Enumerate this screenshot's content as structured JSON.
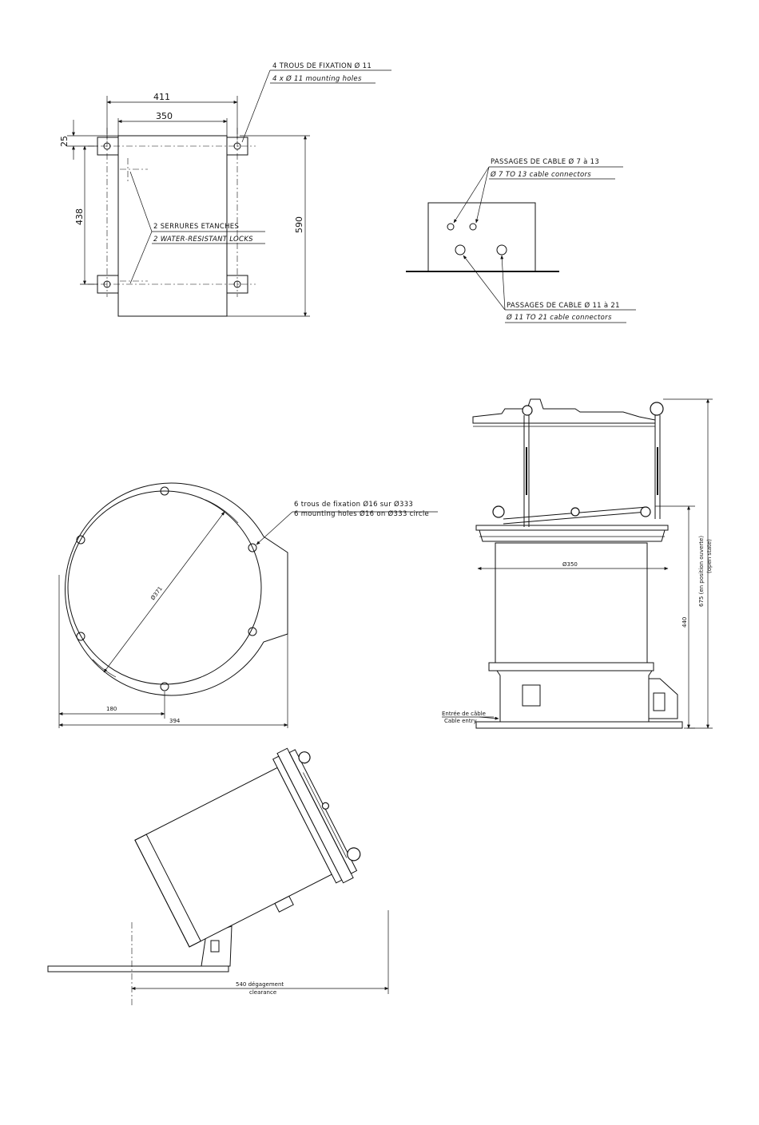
{
  "top_view": {
    "mount_label_fr": "4 TROUS DE FIXATION Ø 11",
    "mount_label_en": "4 x Ø 11 mounting holes",
    "dim_411": "411",
    "dim_350": "350",
    "dim_25": "25",
    "dim_438": "438",
    "dim_590": "590",
    "locks_label_fr": "2 SERRURES ETANCHES",
    "locks_label_en": "2 WATER-RESISTANT LOCKS"
  },
  "side_panel": {
    "small_label_fr": "PASSAGES DE CABLE Ø 7 à 13",
    "small_label_en": "Ø 7 TO 13 cable connectors",
    "large_label_fr": "PASSAGES DE CABLE Ø 11 à 21",
    "large_label_en": "Ø 11 TO 21 cable connectors"
  },
  "plan_view": {
    "holes_label_fr": "6 trous de fixation Ø16 sur Ø333",
    "holes_label_en": "6 mounting holes Ø16 on Ø333 circle",
    "dim_371": "Ø371",
    "dim_180": "180",
    "dim_394": "394"
  },
  "elevation_view": {
    "dim_350": "Ø350",
    "dim_440": "440",
    "dim_675": "675 (en position ouverte)",
    "dim_675_en": "(open state)",
    "cable_entry_fr": "Entrée de câble",
    "cable_entry_en": "Cable entry"
  },
  "tilted_view": {
    "clearance_fr": "540 dégagement",
    "clearance_en": "clearance"
  }
}
